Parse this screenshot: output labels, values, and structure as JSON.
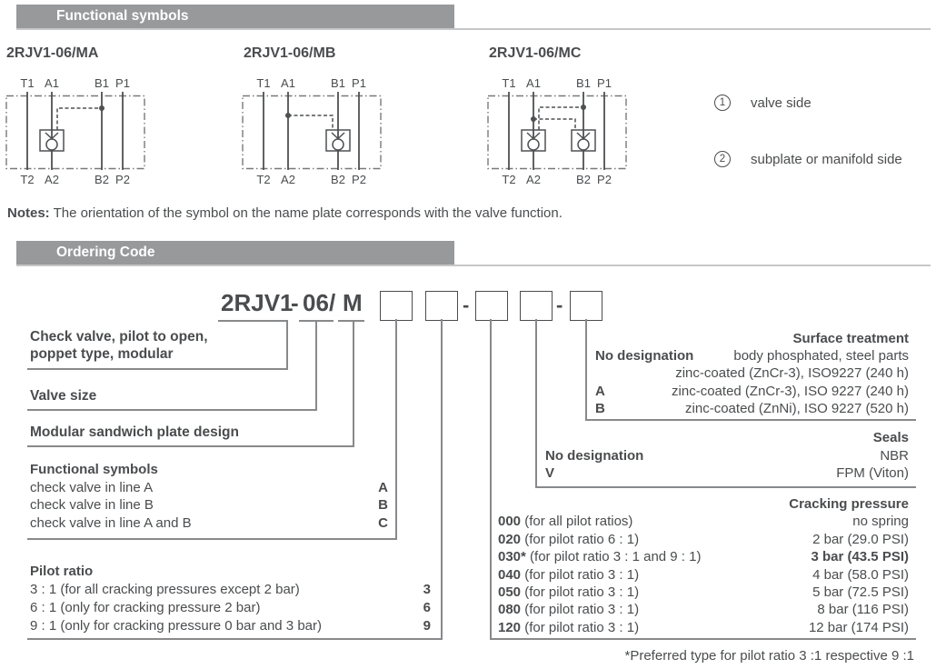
{
  "sections": {
    "functional": "Functional symbols",
    "ordering": "Ordering Code"
  },
  "notes": {
    "label": "Notes:",
    "text": "The orientation of the symbol on the name plate corresponds with the valve function."
  },
  "diagrams": [
    {
      "title": "2RJV1-06/MA",
      "top_ports": [
        "T1",
        "A1",
        "B1",
        "P1"
      ],
      "bottom_ports": [
        "T2",
        "A2",
        "B2",
        "P2"
      ],
      "check_valve_in": "line A"
    },
    {
      "title": "2RJV1-06/MB",
      "top_ports": [
        "T1",
        "A1",
        "B1",
        "P1"
      ],
      "bottom_ports": [
        "T2",
        "A2",
        "B2",
        "P2"
      ],
      "check_valve_in": "line B"
    },
    {
      "title": "2RJV1-06/MC",
      "top_ports": [
        "T1",
        "A1",
        "B1",
        "P1"
      ],
      "bottom_ports": [
        "T2",
        "A2",
        "B2",
        "P2"
      ],
      "check_valve_in": "line A and B"
    }
  ],
  "legend": [
    {
      "num": "1",
      "label": "valve side"
    },
    {
      "num": "2",
      "label": "subplate or manifold side"
    }
  ],
  "ordering": {
    "code_parts": [
      "2RJV1",
      "-",
      "06",
      "/",
      "M"
    ],
    "separators": [
      "-",
      "-"
    ],
    "labels": {
      "type_line1": "Check valve, pilot to open,",
      "type_line2": "poppet type, modular",
      "valve_size": "Valve size",
      "modular": "Modular sandwich plate design"
    },
    "functional_symbols": {
      "heading": "Functional symbols",
      "rows": [
        {
          "desc": "check valve in line A",
          "code": "A"
        },
        {
          "desc": "check valve in line B",
          "code": "B"
        },
        {
          "desc": "check valve in line A and B",
          "code": "C"
        }
      ]
    },
    "pilot_ratio": {
      "heading": "Pilot ratio",
      "rows": [
        {
          "desc": "3 : 1 (for all cracking pressures except 2 bar)",
          "code": "3"
        },
        {
          "desc": "6 : 1 (only for cracking pressure 2 bar)",
          "code": "6"
        },
        {
          "desc": "9 : 1 (only for cracking pressure 0 bar and 3 bar)",
          "code": "9"
        }
      ]
    },
    "surface_treatment": {
      "heading": "Surface treatment",
      "rows": [
        {
          "code": "No designation",
          "desc": "body phosphated, steel parts"
        },
        {
          "code": "",
          "desc": "zinc-coated (ZnCr-3), ISO9227 (240 h)"
        },
        {
          "code": "A",
          "desc": "zinc-coated (ZnCr-3), ISO 9227 (240 h)"
        },
        {
          "code": "B",
          "desc": "zinc-coated (ZnNi), ISO 9227 (520 h)"
        }
      ]
    },
    "seals": {
      "heading": "Seals",
      "rows": [
        {
          "code": "No designation",
          "desc": "NBR"
        },
        {
          "code": "V",
          "desc": "FPM (Viton)"
        }
      ]
    },
    "cracking_pressure": {
      "heading": "Cracking pressure",
      "rows": [
        {
          "code": "000",
          "desc": "(for all pilot ratios)",
          "value": "no spring",
          "bold": false
        },
        {
          "code": "020",
          "desc": "(for pilot ratio 6 : 1)",
          "value": "2 bar (29.0 PSI)",
          "bold": false
        },
        {
          "code": "030*",
          "desc": "(for pilot ratio 3 : 1 and 9 : 1)",
          "value": "3 bar (43.5 PSI)",
          "bold": true
        },
        {
          "code": "040",
          "desc": "(for pilot ratio 3 : 1)",
          "value": "4 bar (58.0 PSI)",
          "bold": false
        },
        {
          "code": "050",
          "desc": "(for pilot ratio 3 : 1)",
          "value": "5 bar (72.5 PSI)",
          "bold": false
        },
        {
          "code": "080",
          "desc": "(for pilot ratio 3 : 1)",
          "value": "8 bar (116 PSI)",
          "bold": false
        },
        {
          "code": "120",
          "desc": "(for pilot ratio 3 : 1)",
          "value": "12 bar (174 PSI)",
          "bold": false
        }
      ]
    },
    "footnote": "*Preferred type for pilot ratio 3 :1 respective 9 :1"
  },
  "colors": {
    "header_bar": "#97999b",
    "header_text": "#ffffff",
    "body_text": "#4a4c4e",
    "connector_line": "#87898b",
    "thin_rule": "#c6c7c9"
  }
}
